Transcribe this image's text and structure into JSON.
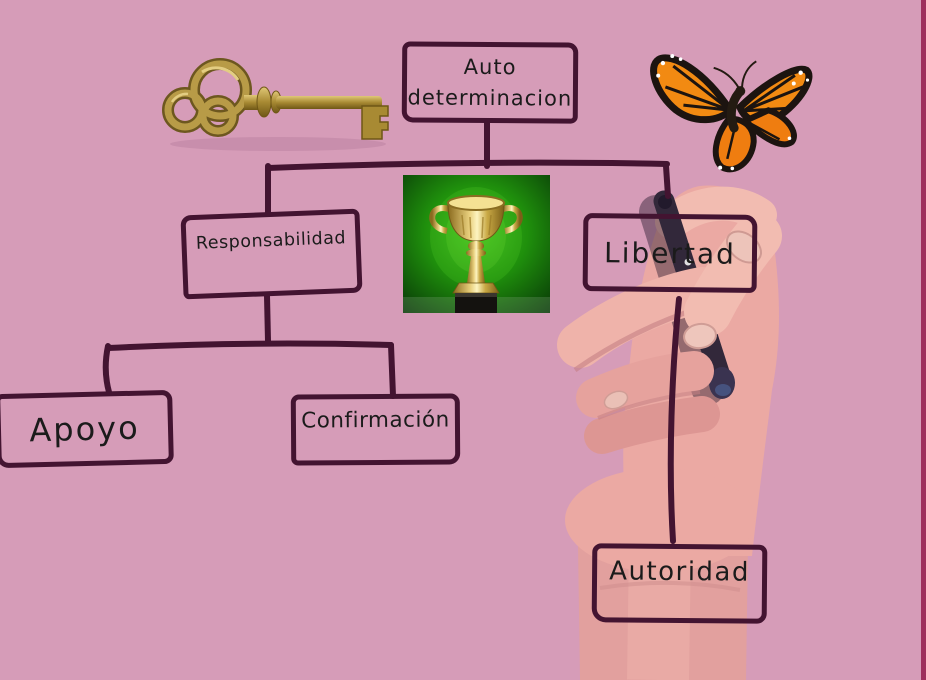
{
  "colors": {
    "background": "#d69cb8",
    "marker_stroke": "#431431",
    "label_text": "#1b1b1b",
    "right_edge_strip": "#9e2f5c",
    "trophy_green": "#2ca315",
    "key_gold": "#b3953f",
    "butterfly_orange": "#f08414"
  },
  "nodes": {
    "auto": {
      "label": "Auto determinacion"
    },
    "responsabilidad": {
      "label": "Responsabilidad"
    },
    "libertad": {
      "label": "Libertad"
    },
    "apoyo": {
      "label": "Apoyo"
    },
    "confirmacion": {
      "label": "Confirmación"
    },
    "autoridad": {
      "label": "Autoridad"
    }
  },
  "edges": [
    [
      "auto",
      "responsabilidad"
    ],
    [
      "auto",
      "libertad"
    ],
    [
      "responsabilidad",
      "apoyo"
    ],
    [
      "responsabilidad",
      "confirmacion"
    ],
    [
      "libertad",
      "autoridad"
    ]
  ],
  "decorations": {
    "key": "brass-antique-key",
    "butterfly": "monarch-butterfly",
    "trophy": "gold-trophy-on-green",
    "hand": "hand-holding-marker"
  }
}
